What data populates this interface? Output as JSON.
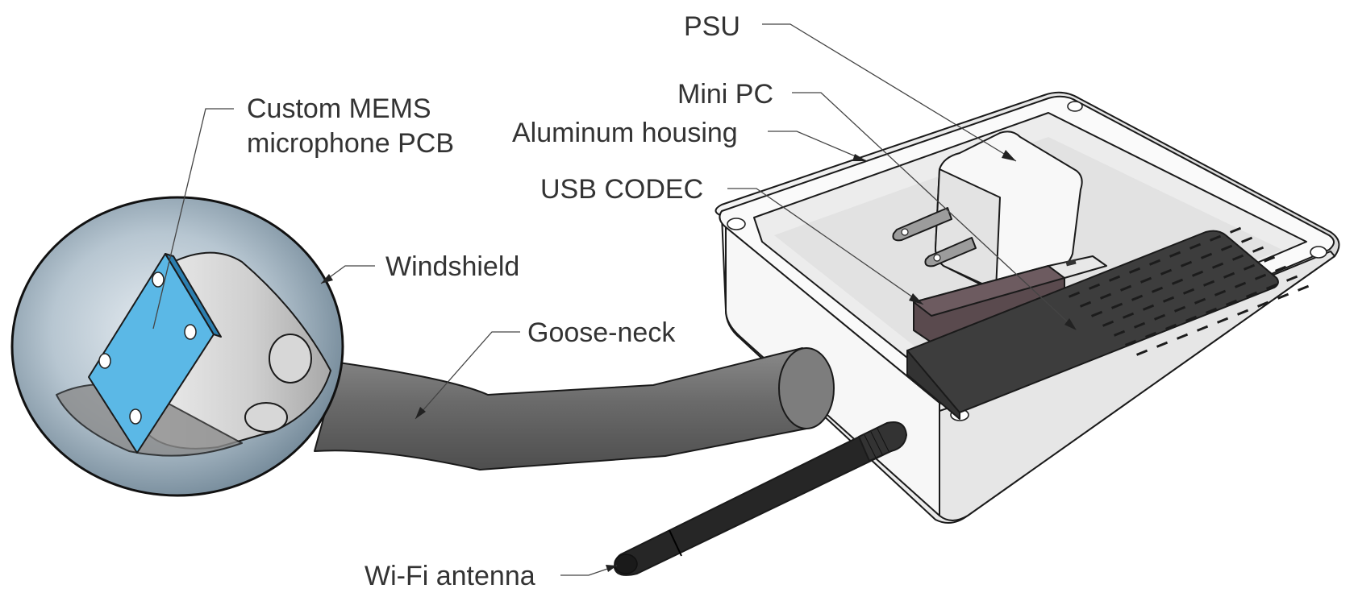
{
  "labels": {
    "psu": "PSU",
    "mini_pc": "Mini PC",
    "housing": "Aluminum housing",
    "usb_codec": "USB CODEC",
    "mems_line1": "Custom MEMS",
    "mems_line2": "microphone PCB",
    "windshield": "Windshield",
    "gooseneck": "Goose-neck",
    "antenna": "Wi-Fi antenna"
  },
  "colors": {
    "pcb": "#5bb8e6",
    "windshield": "#8fa3b3",
    "gooseneck": "#6e6e6e",
    "minipc": "#3a3a3a",
    "codec": "#5a4a4e",
    "housing": "#f2f2f2",
    "antenna": "#222222"
  }
}
